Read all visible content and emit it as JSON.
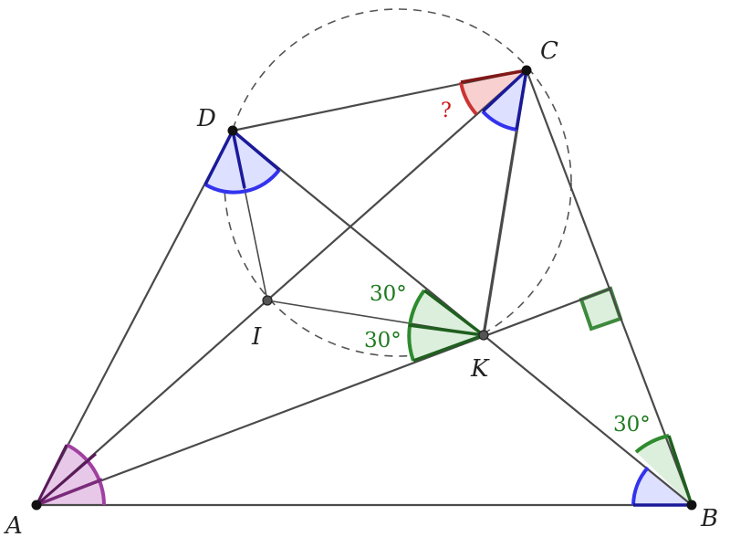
{
  "points": {
    "A": {
      "label": "A"
    },
    "B": {
      "label": "B"
    },
    "C": {
      "label": "C"
    },
    "D": {
      "label": "D"
    },
    "I": {
      "label": "I"
    },
    "K": {
      "label": "K"
    }
  },
  "angle_labels": {
    "dki_upper": "30°",
    "aki_lower": "30°",
    "at_b": "30°",
    "unknown": "?"
  },
  "colors": {
    "line": "#4a4a4a",
    "blue": "#3333ee",
    "blue_fill": "#dde0ff",
    "green": "#2e8b2e",
    "green_fill": "#dcefdc",
    "purple": "#a040a0",
    "purple_fill": "#e8c8e8",
    "red": "#cc3333",
    "red_fill": "#f8d0d0"
  }
}
